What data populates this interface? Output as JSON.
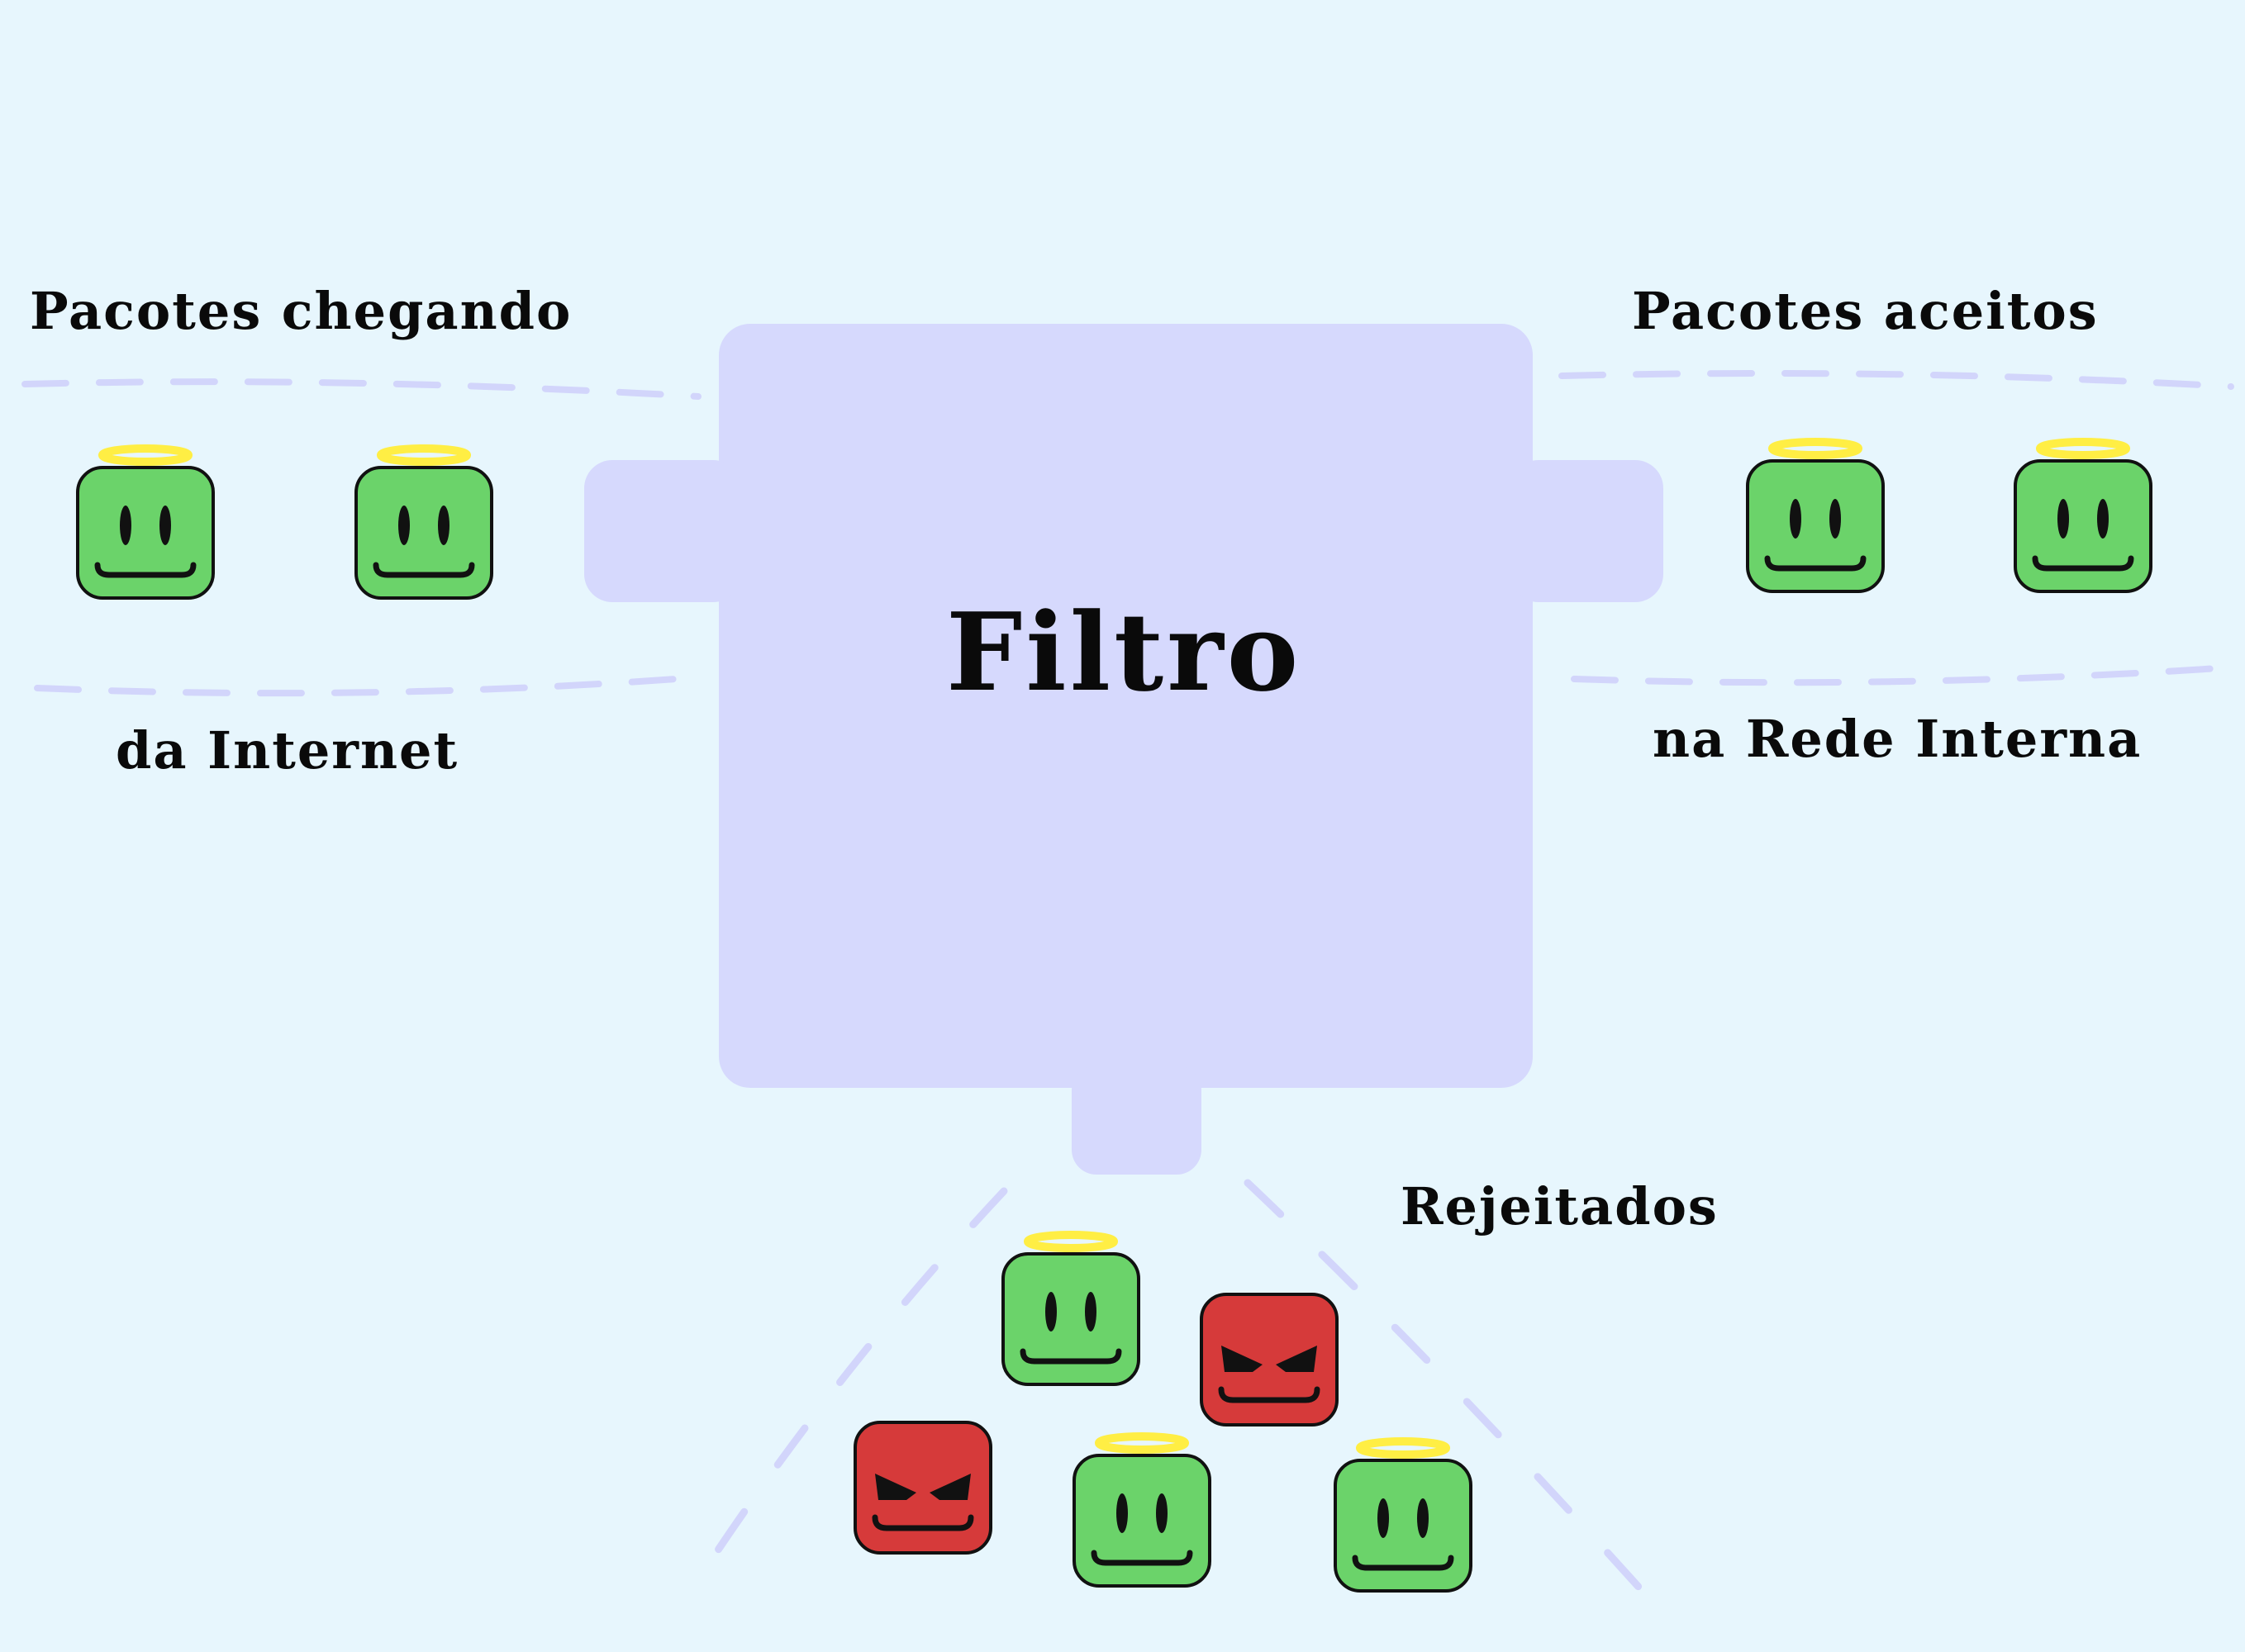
{
  "labels": {
    "incoming_top": "Pacotes chegando",
    "incoming_bottom": "da Internet",
    "accepted_top": "Pacotes aceitos",
    "accepted_bottom": "na Rede Interna",
    "rejected": "Rejeitados",
    "filter": "Filtro"
  },
  "colors": {
    "background": "#e7f6fd",
    "filter_box": "#d6d9fd",
    "path_dash": "#d2d5fb",
    "good_packet": "#6bd36a",
    "bad_packet": "#d63a3a",
    "halo": "#ffee44",
    "outline": "#111111"
  },
  "groups": {
    "incoming": [
      "good",
      "good"
    ],
    "accepted": [
      "good",
      "good"
    ],
    "rejected": [
      "good",
      "bad",
      "bad",
      "good",
      "good"
    ]
  }
}
